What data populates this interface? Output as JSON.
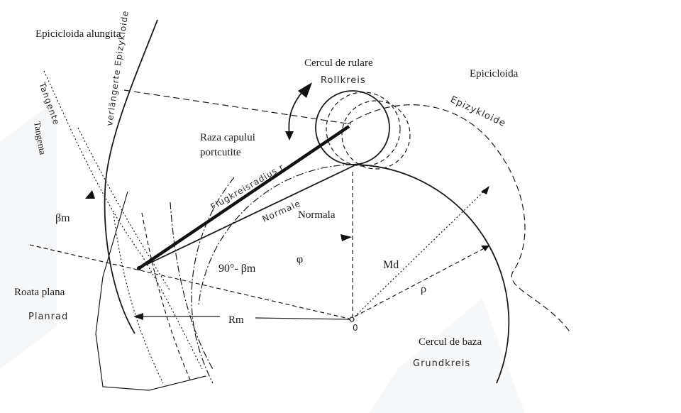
{
  "labels": {
    "epicicloida_alungita": "Epicicloida alungita",
    "verlangerte_epizykloide": "verlängerte Epizykloide",
    "tangente": "Tangente",
    "tangenta": "Tangenta",
    "cercul_de_rulare": "Cercul de rulare",
    "rollkreis": "Rollkreis",
    "epicicloida": "Epicicloida",
    "epizykloide": "Epizykloide",
    "raza_capului_1": "Raza capului",
    "raza_capului_2": "portcutite",
    "flugkreisradius": "Flugkreisradius r",
    "normale": "Normale",
    "normala": "Normala",
    "beta_m": "βm",
    "ninety_minus_beta": "90°- βm",
    "phi": "φ",
    "md": "Md",
    "rho": "ρ",
    "roata_plana": "Roata plana",
    "planrad": "Planrad",
    "rm": "Rm",
    "o": "0",
    "cercul_de_baza": "Cercul de baza",
    "grundkreis": "Grundkreis"
  }
}
